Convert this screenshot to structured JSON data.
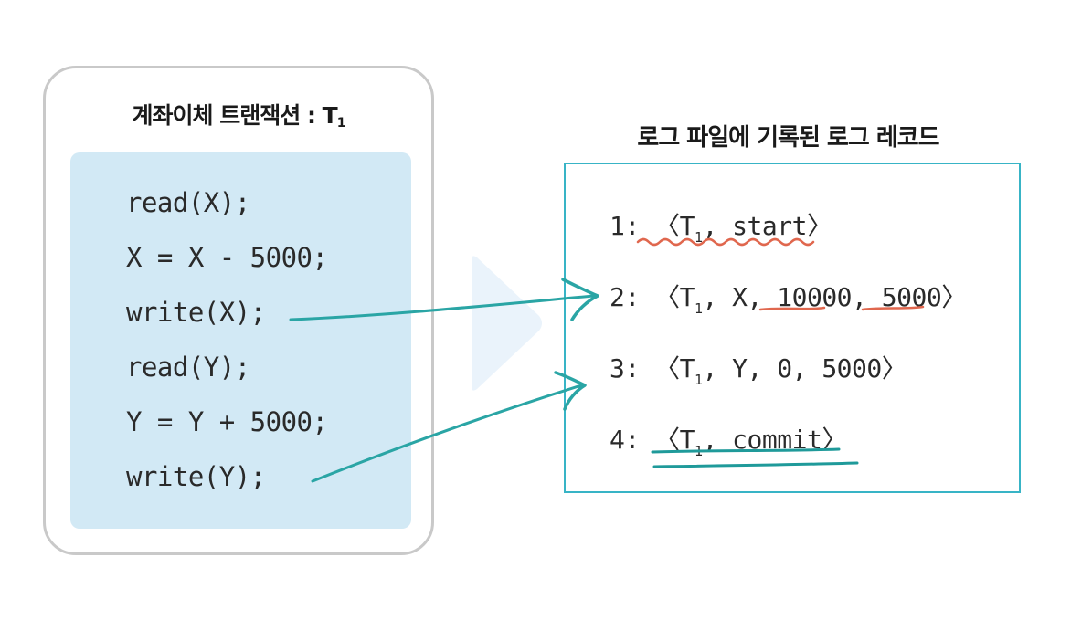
{
  "transaction": {
    "title": "계좌이체  트랜잭션 : T",
    "title_sub": "1",
    "code_lines": [
      "read(X);",
      "X = X - 5000;",
      "write(X);",
      "read(Y);",
      "Y = Y + 5000;",
      "write(Y);"
    ]
  },
  "log": {
    "title": "로그 파일에 기록된 로그 레코드",
    "records": [
      {
        "num": "1: ",
        "pre": "〈T",
        "sub": "1",
        "post": ", start〉"
      },
      {
        "num": "2: ",
        "pre": "〈T",
        "sub": "1",
        "post": ", X, 10000, 5000〉"
      },
      {
        "num": "3: ",
        "pre": "〈T",
        "sub": "1",
        "post": ", Y, 0, 5000〉"
      },
      {
        "num": "4: ",
        "pre": "〈T",
        "sub": "1",
        "post": ", commit〉"
      }
    ]
  },
  "colors": {
    "panel_bg": "#d2e9f5",
    "log_border": "#38b4c6",
    "arrow": "#2aa5a5",
    "underline_red": "#e0674e",
    "underline_teal": "#1f9a9a"
  }
}
